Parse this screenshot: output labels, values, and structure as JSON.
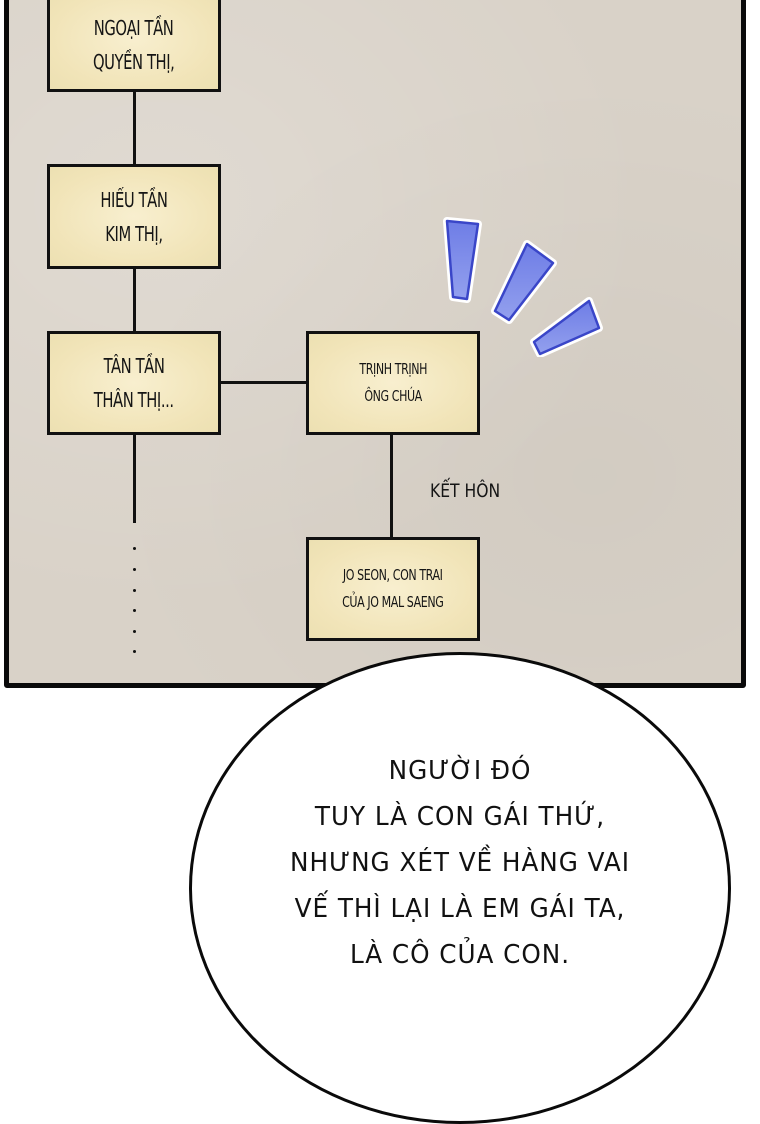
{
  "panel": {
    "background_color": "#d9d2c8",
    "border_color": "#0a0a0a",
    "node_color": "#f1e5bb"
  },
  "family_tree": {
    "nodes": [
      {
        "id": "ngoai-tan",
        "lines": [
          "NGOẠI TẦN",
          "QUYỀN THỊ,"
        ]
      },
      {
        "id": "hieu-tan",
        "lines": [
          "HIẾU TẦN",
          "KIM THỊ,"
        ]
      },
      {
        "id": "tan-tan",
        "lines": [
          "TÂN TẦN",
          "THÂN THỊ..."
        ]
      },
      {
        "id": "princess",
        "lines": [
          "TRỊNH TRỊNH",
          "ÔNG CHÚA"
        ]
      },
      {
        "id": "jo-seon",
        "lines": [
          "JO SEON, CON TRAI",
          "CỦA JO MAL SAENG"
        ]
      }
    ],
    "edge_label": "KẾT HÔN",
    "continuation": "......"
  },
  "sfx": {
    "name": "exclamation-burst",
    "color": "#6f7fe0",
    "stroke": "#3a46c8"
  },
  "speech_bubble": {
    "lines": [
      "NGƯỜI ĐÓ",
      "TUY LÀ CON GÁI THỨ,",
      "NHƯNG XÉT VỀ HÀNG VAI",
      "VẾ THÌ LẠI LÀ EM GÁI TA,",
      "LÀ CÔ CỦA CON."
    ]
  }
}
